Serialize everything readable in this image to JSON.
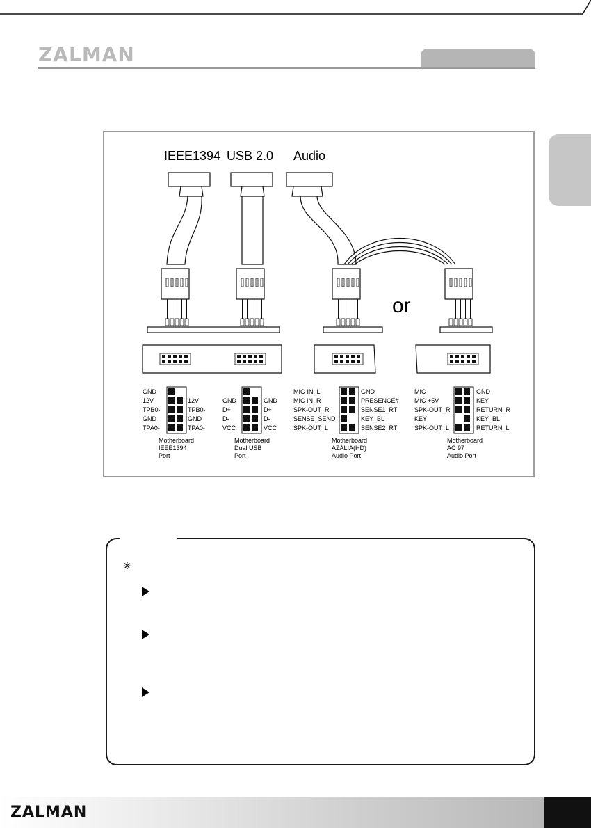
{
  "brand": {
    "header_logo": "ZALMAN",
    "footer_logo": "ZALMAN"
  },
  "diagram": {
    "connectors": {
      "ieee1394": "IEEE1394",
      "usb": "USB 2.0",
      "audio": "Audio",
      "or": "or"
    },
    "ieee_pins": {
      "left": [
        "GND",
        "12V",
        "TPB0-",
        "GND",
        "TPA0-"
      ],
      "right": [
        "12V",
        "TPB0-",
        "GND",
        "TPA0-"
      ]
    },
    "usb_pins": {
      "left": [
        "GND",
        "D+",
        "D-",
        "VCC"
      ],
      "right": [
        "GND",
        "D+",
        "D-",
        "VCC"
      ]
    },
    "azalia_pins": {
      "left": [
        "MIC-IN_L",
        "MIC IN_R",
        "SPK-OUT_R",
        "SENSE_SEND",
        "SPK-OUT_L"
      ],
      "right": [
        "GND",
        "PRESENCE#",
        "SENSE1_RT",
        "KEY_BL",
        "SENSE2_RT"
      ]
    },
    "ac97_pins": {
      "left": [
        "MIC",
        "MIC +5V",
        "SPK-OUT_R",
        "KEY",
        "SPK-OUT_L"
      ],
      "right": [
        "GND",
        "KEY",
        "RETURN_R",
        "KEY_BL",
        "RETURN_L"
      ]
    },
    "captions": {
      "ieee": [
        "Motherboard",
        "IEEE1394",
        "Port"
      ],
      "usb": [
        "Motherboard",
        "Dual USB",
        "Port"
      ],
      "azalia": [
        "Motherboard",
        "AZALIA(HD)",
        "Audio Port"
      ],
      "ac97": [
        "Motherboard",
        "AC 97",
        "Audio Port"
      ]
    }
  },
  "note": {
    "symbol": "※"
  }
}
